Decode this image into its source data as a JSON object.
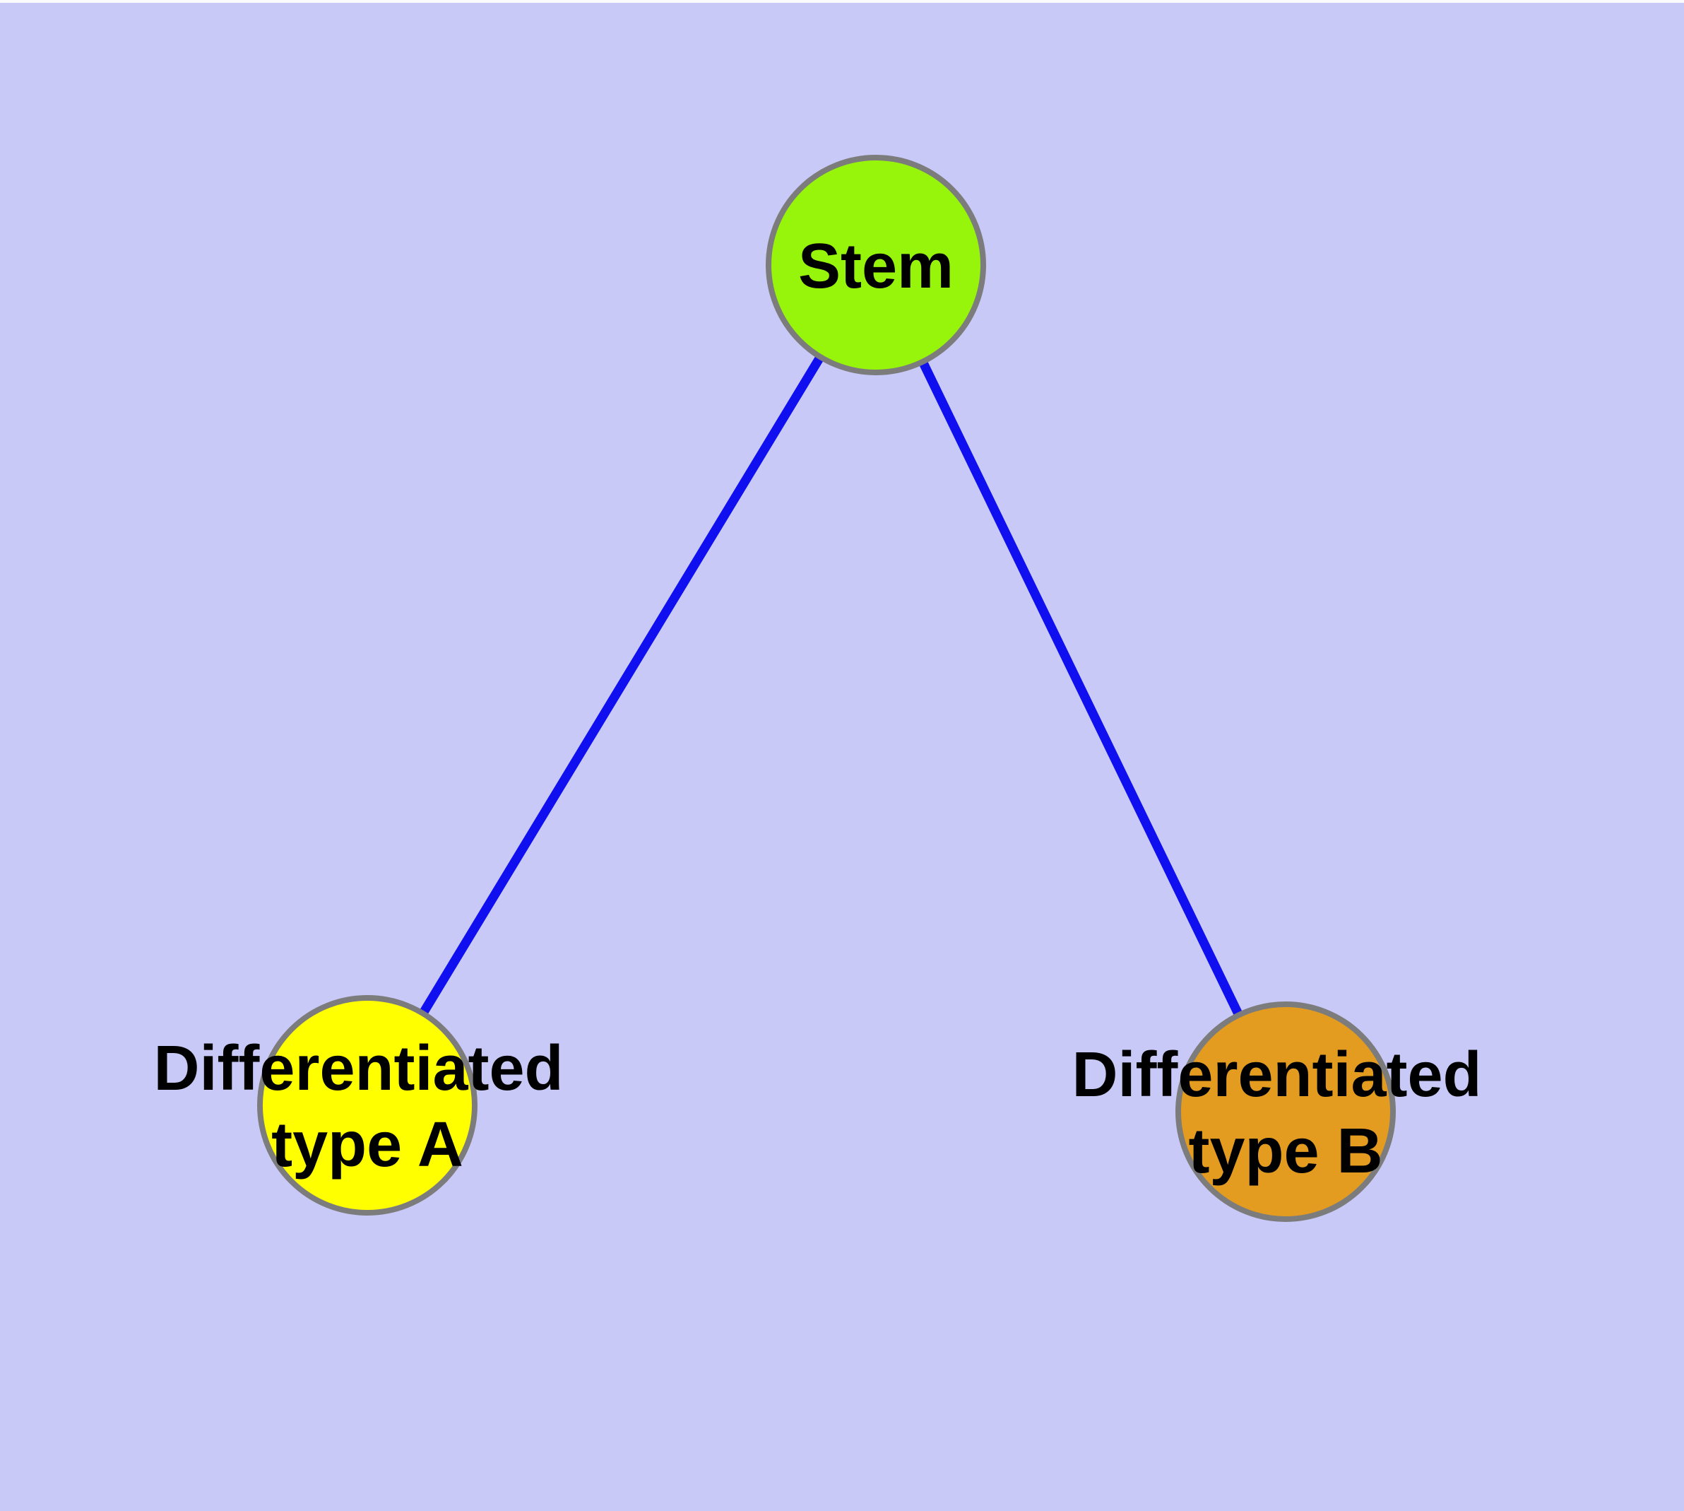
{
  "canvas": {
    "background_color": "#C9C9F8",
    "top_edge_strip_color": "#FBFBFE"
  },
  "graph": {
    "nodes": [
      {
        "id": "stem",
        "label": "Stem",
        "fill_color": "#96F50A",
        "border_color": "#7C7C7C"
      },
      {
        "id": "differentiated-type-a",
        "label": "Differentiated type A",
        "line1": "Differentiated",
        "line2": "type A",
        "fill_color": "#FFFF00",
        "border_color": "#7C7C7C"
      },
      {
        "id": "differentiated-type-b",
        "label": "Differentiated type B",
        "line1": "Differentiated",
        "line2": "type B",
        "fill_color": "#E49C20",
        "border_color": "#7C7C7C"
      }
    ],
    "edges": [
      {
        "id": "stem-to-type-a",
        "from": "Stem",
        "to": "Differentiated type A",
        "color": "#0F0FF0"
      },
      {
        "id": "stem-to-type-b",
        "from": "Stem",
        "to": "Differentiated type B",
        "color": "#0F0FF0"
      }
    ]
  }
}
